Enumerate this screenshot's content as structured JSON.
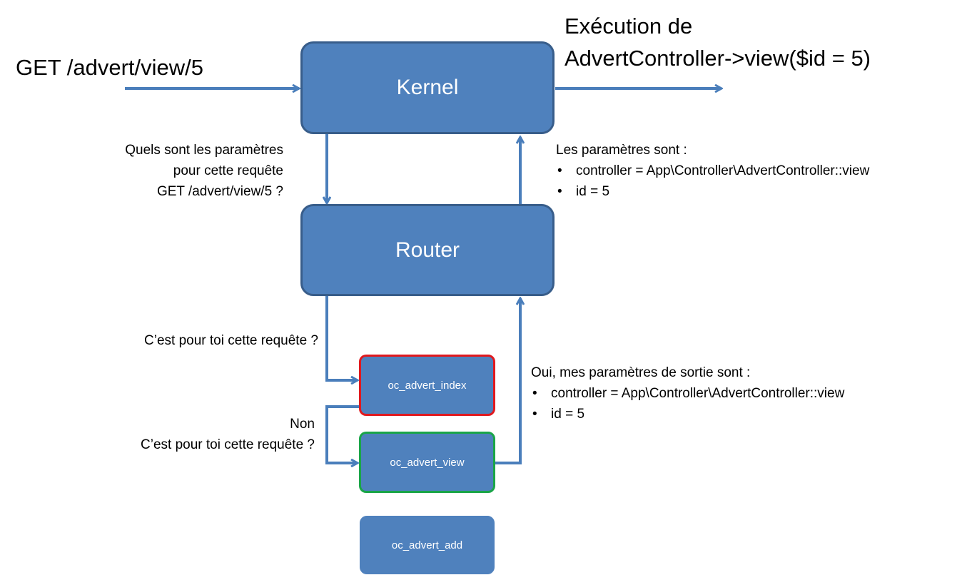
{
  "input_label": "GET /advert/view/5",
  "output_label": [
    "Exécution de",
    "AdvertController->view($id = 5)"
  ],
  "kernel": "Kernel",
  "router": "Router",
  "question_to_router": [
    "Quels sont les paramètres",
    "pour cette requête",
    "GET /advert/view/5 ?"
  ],
  "router_answer": {
    "heading": "Les paramètres sont :",
    "items": [
      "controller = App\\Controller\\AdvertController::view",
      "id = 5"
    ]
  },
  "ask_route": "C’est pour toi cette requête ?",
  "routes": [
    {
      "name": "oc_advert_index",
      "status": "red"
    },
    {
      "name": "oc_advert_view",
      "status": "green"
    },
    {
      "name": "oc_advert_add",
      "status": "none"
    }
  ],
  "reply_no": "Non",
  "ask_route_again": "C’est pour toi cette requête ?",
  "route_answer": {
    "heading": "Oui, mes paramètres de sortie sont :",
    "items": [
      "controller = App\\Controller\\AdvertController::view",
      "id = 5"
    ]
  },
  "colors": {
    "box_fill": "#4f81bd",
    "box_border": "#385d8a",
    "arrow": "#4a7ebb",
    "reject": "#e0191e",
    "match": "#1aa548"
  }
}
